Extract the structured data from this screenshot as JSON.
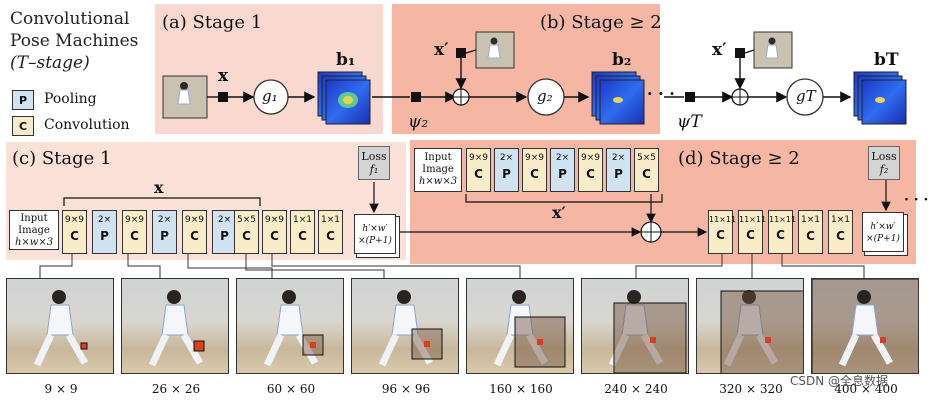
{
  "legend": {
    "title_lines": [
      "Convolutional",
      "Pose Machines",
      "(T–stage)"
    ],
    "pool_letter": "P",
    "pool_label": "Pooling",
    "conv_letter": "C",
    "conv_label": "Convolution"
  },
  "panels": {
    "a_title": "(a) Stage 1",
    "b_title": "(b) Stage ≥ 2",
    "c_title": "(c) Stage 1",
    "d_title": "(d) Stage ≥ 2"
  },
  "top_row": {
    "x_label": "x",
    "g1": "g₁",
    "b1": "b₁",
    "x_prime": "x′",
    "psi2": "ψ₂",
    "g2": "g₂",
    "b2": "b₂",
    "dots": "· · ·",
    "psiT": "ψT",
    "xT_prime": "x′",
    "gT": "gT",
    "bT": "bT"
  },
  "stage1": {
    "input_lines": [
      "Input",
      "Image",
      "h×w×3"
    ],
    "x_brace": "x",
    "blocks": [
      {
        "k": "9×9",
        "t": "C"
      },
      {
        "k": "2×",
        "t": "P"
      },
      {
        "k": "9×9",
        "t": "C"
      },
      {
        "k": "2×",
        "t": "P"
      },
      {
        "k": "9×9",
        "t": "C"
      },
      {
        "k": "2×",
        "t": "P"
      },
      {
        "k": "5×5",
        "t": "C"
      },
      {
        "k": "9×9",
        "t": "C"
      },
      {
        "k": "1×1",
        "t": "C"
      },
      {
        "k": "1×1",
        "t": "C"
      }
    ],
    "out_lines": [
      "h′×w′",
      "×(P+1)"
    ],
    "loss_lines": [
      "Loss",
      "f₁"
    ]
  },
  "stage2": {
    "input_lines": [
      "Input",
      "Image",
      "h×w×3"
    ],
    "x_brace": "x′",
    "top_blocks": [
      {
        "k": "9×9",
        "t": "C"
      },
      {
        "k": "2×",
        "t": "P"
      },
      {
        "k": "9×9",
        "t": "C"
      },
      {
        "k": "2×",
        "t": "P"
      },
      {
        "k": "9×9",
        "t": "C"
      },
      {
        "k": "2×",
        "t": "P"
      },
      {
        "k": "5×5",
        "t": "C"
      }
    ],
    "bottom_blocks": [
      {
        "k": "11×11",
        "t": "C"
      },
      {
        "k": "11×11",
        "t": "C"
      },
      {
        "k": "11×11",
        "t": "C"
      },
      {
        "k": "1×1",
        "t": "C"
      },
      {
        "k": "1×1",
        "t": "C"
      }
    ],
    "out_lines": [
      "h′×w′",
      "×(P+1)"
    ],
    "loss_lines": [
      "Loss",
      "f₂"
    ],
    "dots": "· · ·"
  },
  "receptive_fields": [
    "9 × 9",
    "26 × 26",
    "60 × 60",
    "96 × 96",
    "160 × 160",
    "240 × 240",
    "320 × 320",
    "400 × 400"
  ],
  "watermark": "CSDN @全息数据",
  "colors": {
    "stage1_bg": "#f9d9cf",
    "stage2_bg": "#f5b6a3",
    "pool": "#cfe3f3",
    "conv": "#f8ecc9",
    "heatmap": "#1f3fd8"
  }
}
